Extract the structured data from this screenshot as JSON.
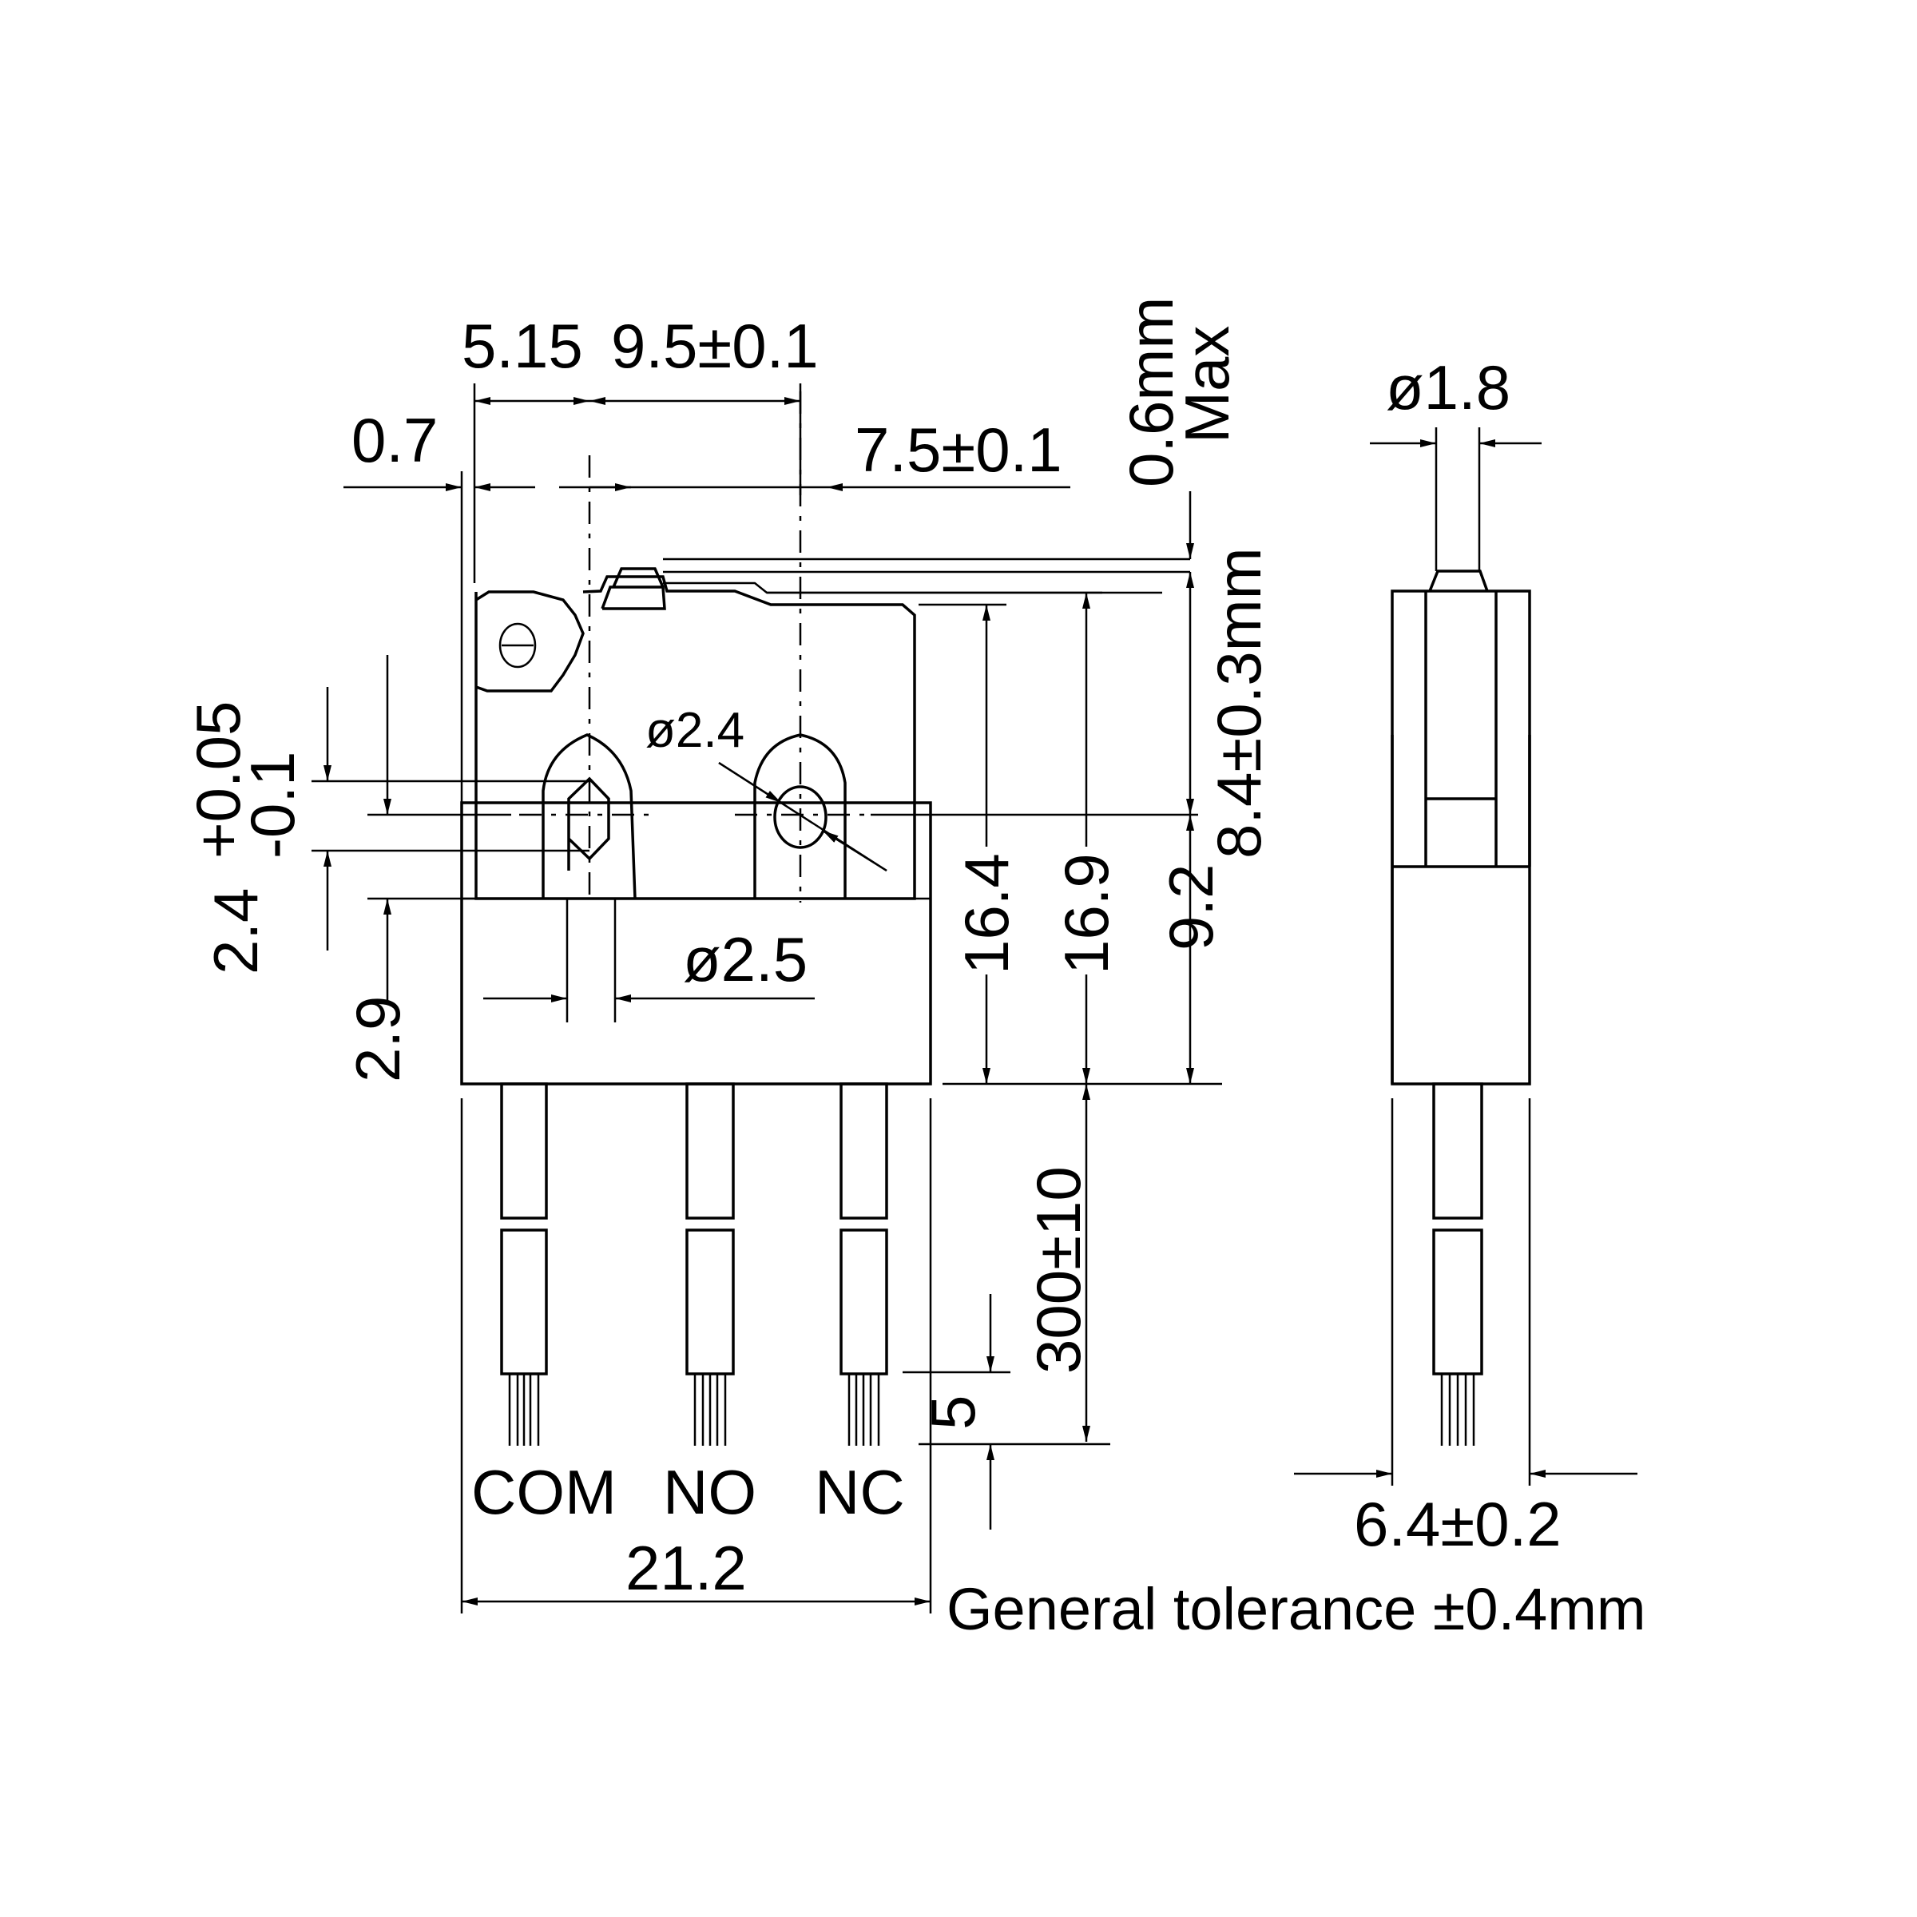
{
  "drawing": {
    "dimensions": {
      "d_5_15": "5.15",
      "d_9_5": "9.5±0.1",
      "d_0_7": "0.7",
      "d_7_5": "7.5±0.1",
      "d_0_6": "0.6mm",
      "d_max": "Max",
      "d_8_4": "8.4±0.3mm",
      "d_dia_2_4": "ø2.4",
      "d_dia_2_5": "ø2.5",
      "d_tol_plus": "+0.05",
      "d_tol_minus": "-0.1",
      "d_2_4": "2.4",
      "d_2_9": "2.9",
      "d_16_4": "16.4",
      "d_16_9": "16.9",
      "d_9_2": "9.2",
      "d_300": "300±10",
      "d_5": "5",
      "d_21_2": "21.2",
      "d_dia_1_8": "ø1.8",
      "d_6_4": "6.4±0.2"
    },
    "terminals": {
      "com": "COM",
      "no": "NO",
      "nc": "NC"
    },
    "note": "General tolerance ±0.4mm",
    "line_color": "#000000",
    "background": "#ffffff"
  }
}
